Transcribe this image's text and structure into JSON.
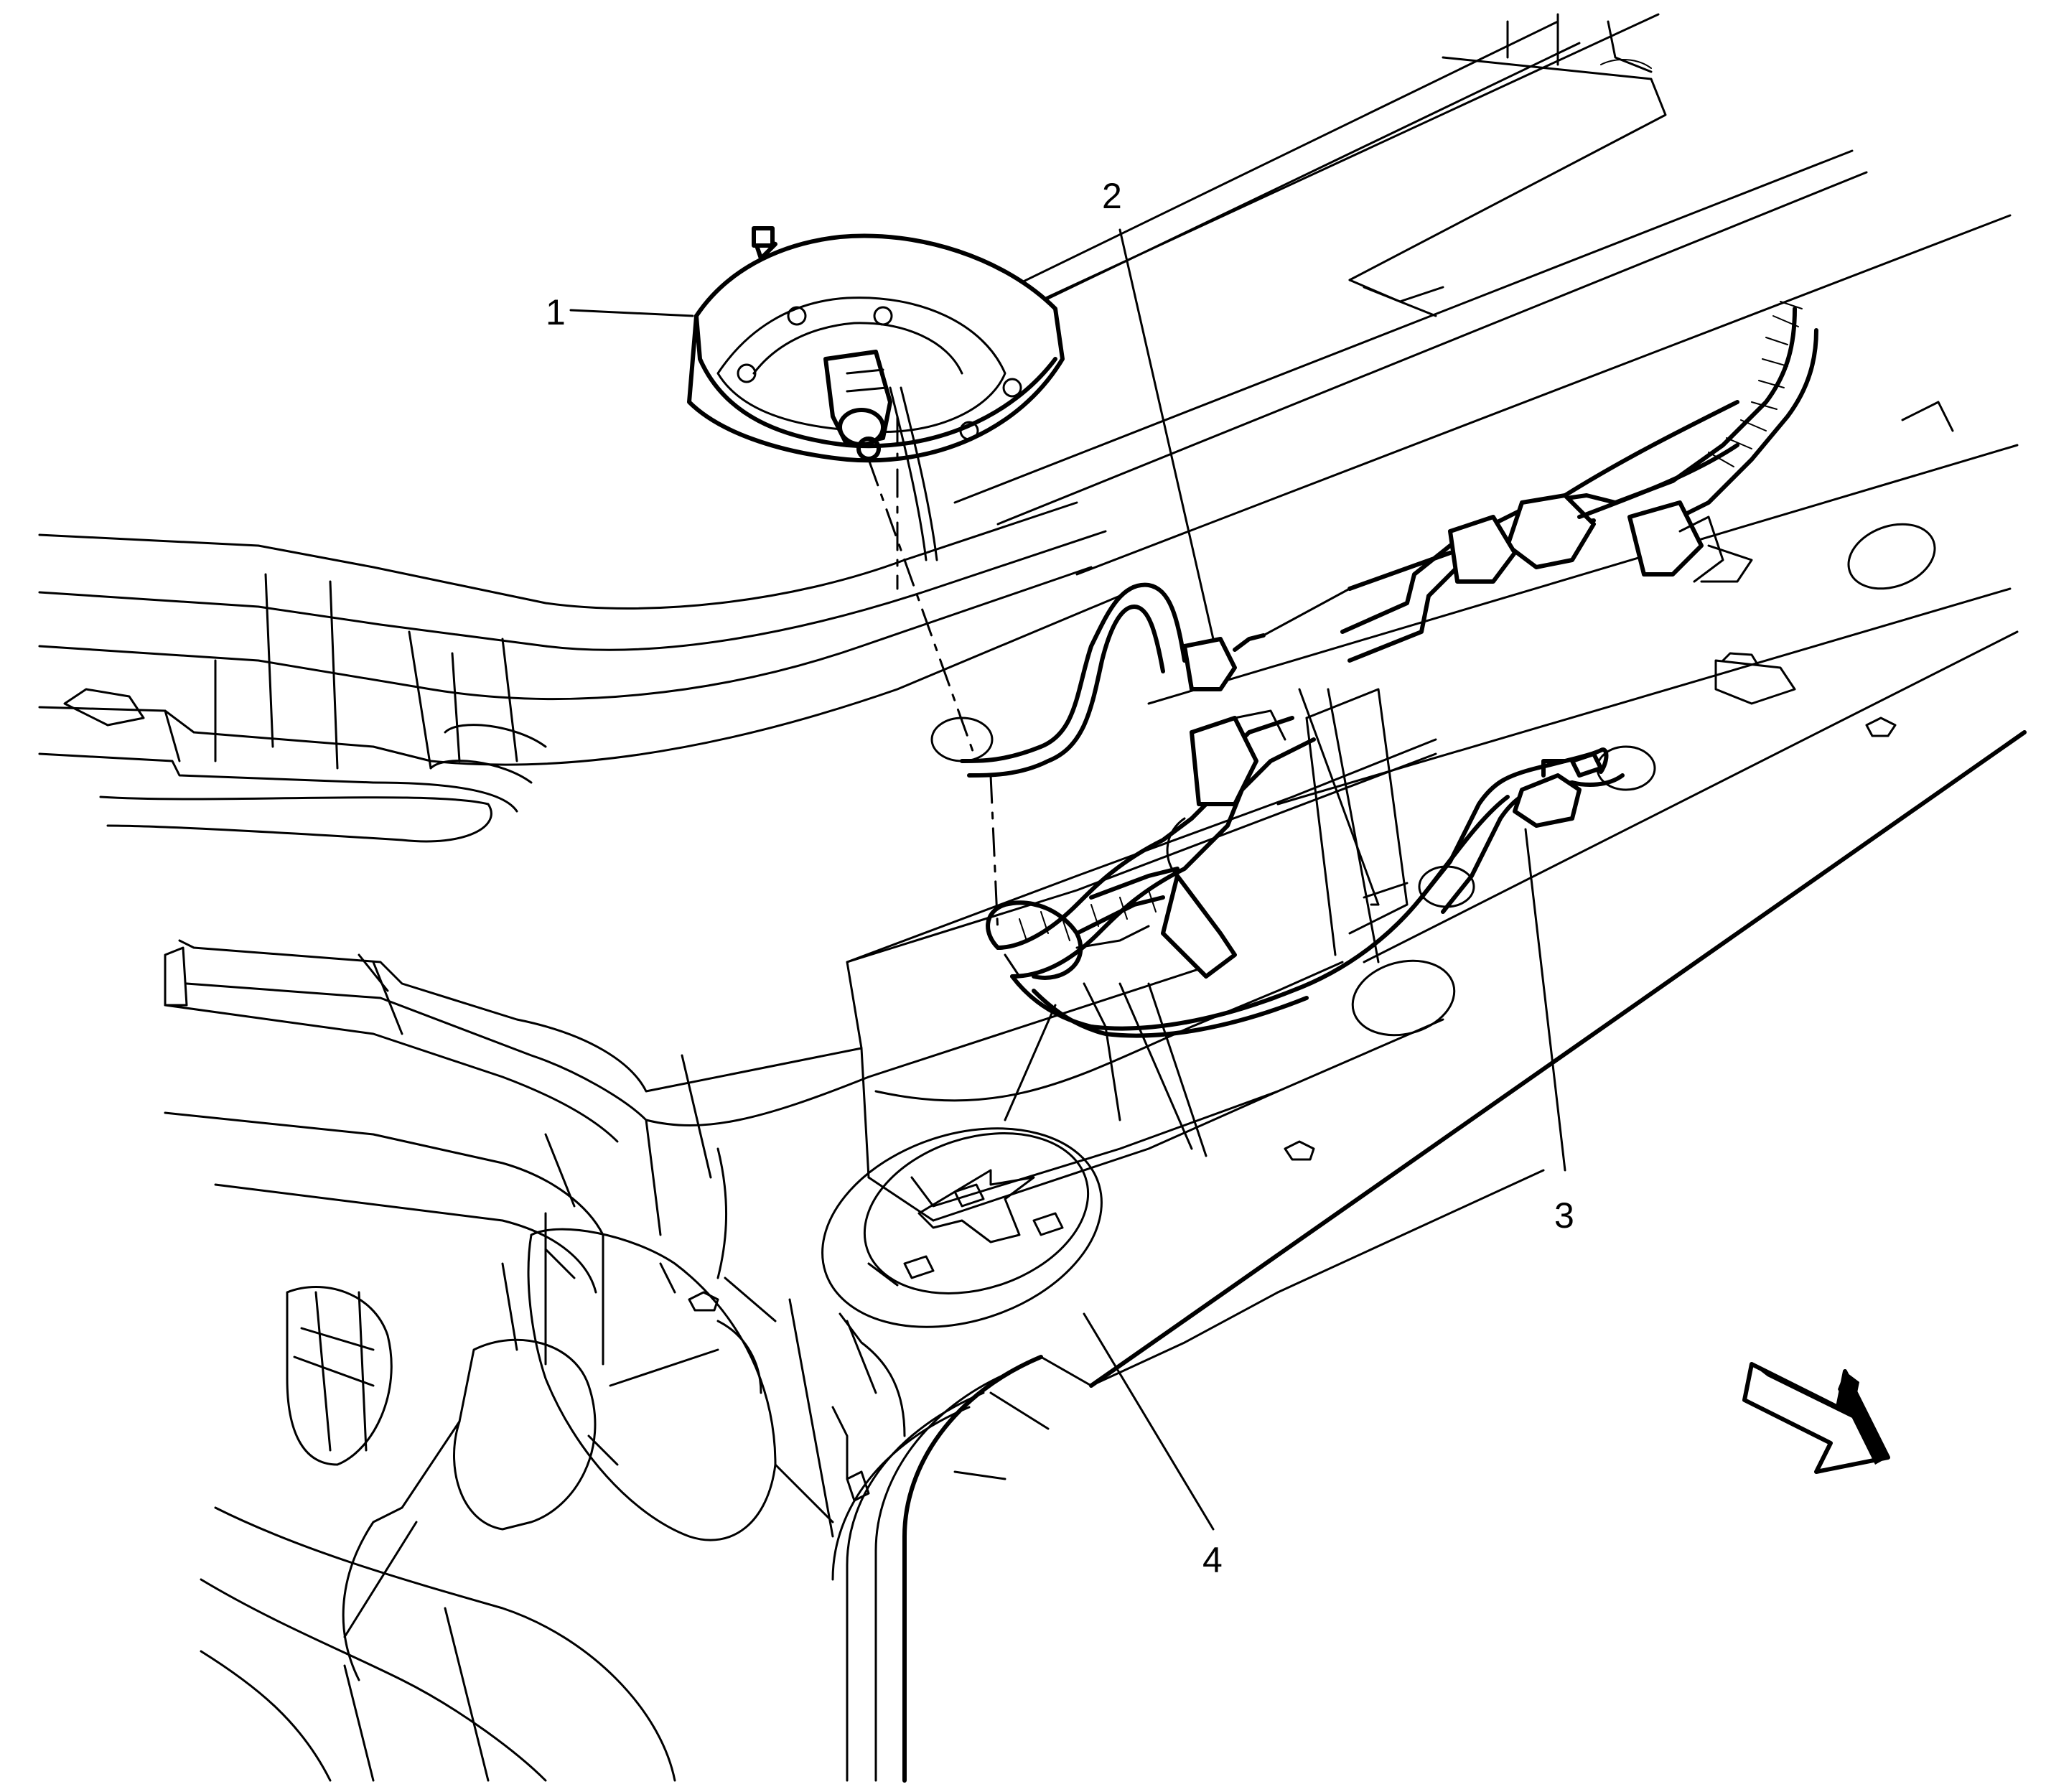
{
  "callouts": [
    {
      "id": "1",
      "label": "1"
    },
    {
      "id": "2",
      "label": "2"
    },
    {
      "id": "3",
      "label": "3"
    },
    {
      "id": "4",
      "label": "4"
    }
  ],
  "icons": {
    "view_direction": "view-direction-arrow-icon"
  },
  "colors": {
    "line": "#000000",
    "background": "#ffffff"
  }
}
